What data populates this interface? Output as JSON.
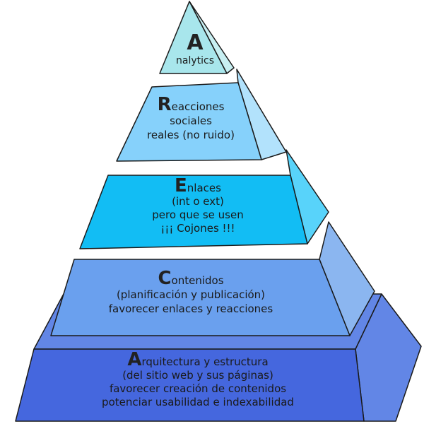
{
  "title": "",
  "colors": {
    "tier1_front": "#4567de",
    "tier1_side": "#6286e6",
    "tier2_front": "#6aa0ee",
    "tier2_side": "#8bb6f0",
    "tier3_front": "#12bdf4",
    "tier3_side": "#58d3fa",
    "tier4_front": "#86d1fb",
    "tier4_side": "#b2e2fc",
    "tier5_front": "#a8e6ec",
    "tier5_side": "#c8eff2",
    "outline": "#1a1a1a"
  },
  "tiers": [
    {
      "initial": "A",
      "rest": "nalytics",
      "lines": []
    },
    {
      "initial": "R",
      "rest": "eacciones",
      "lines": [
        "sociales",
        "reales (no ruido)"
      ]
    },
    {
      "initial": "E",
      "rest": "nlaces",
      "lines": [
        "(int o ext)",
        "pero que se usen",
        "¡¡¡ Cojones !!!"
      ]
    },
    {
      "initial": "C",
      "rest": "ontenidos",
      "lines": [
        "(planificación y publicación)",
        "favorecer enlaces y reacciones"
      ]
    },
    {
      "initial": "A",
      "rest": "rquitectura y estructura",
      "lines": [
        "(del sitio web y sus páginas)",
        "favorecer creación de contenidos",
        "potenciar usabilidad e indexabilidad"
      ]
    }
  ]
}
